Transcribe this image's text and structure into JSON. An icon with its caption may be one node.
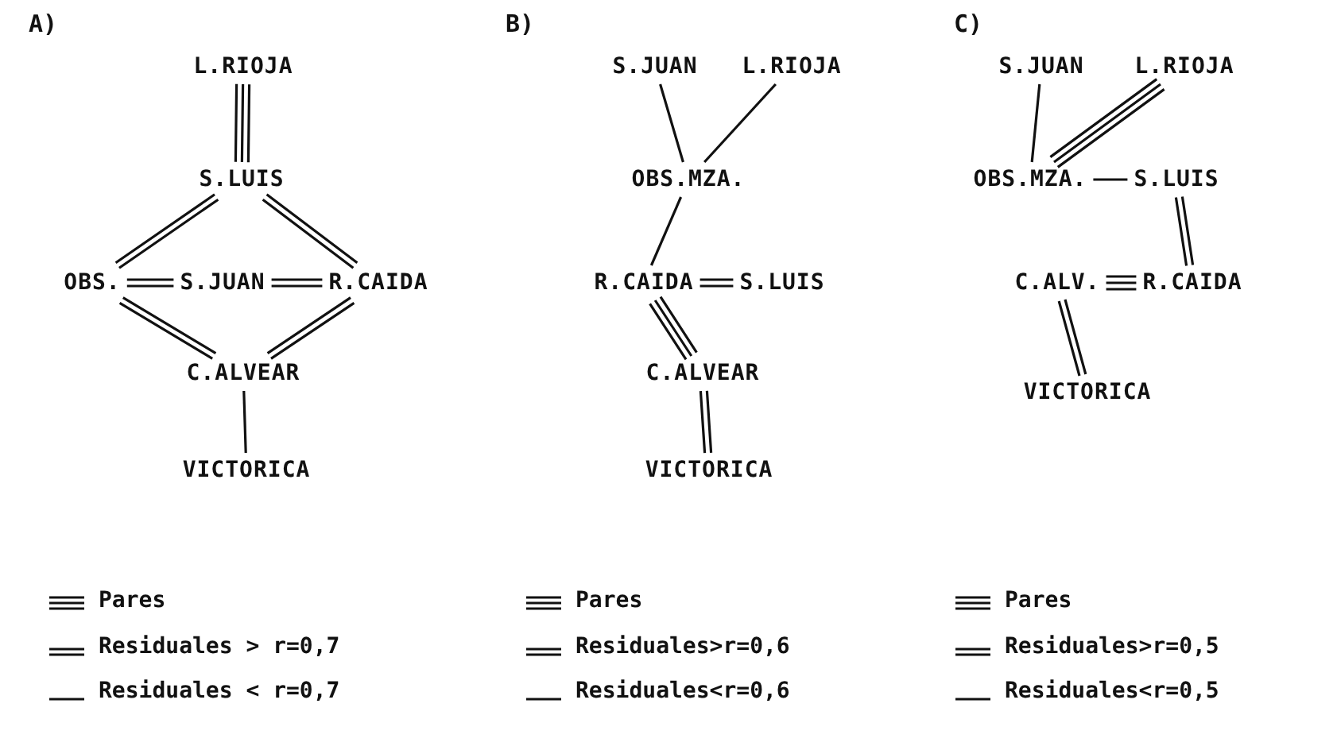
{
  "diagram": {
    "nodes": [
      {
        "text": [
          "L.RIOJA"
        ]
      },
      {
        "text": [
          "S.LUIS"
        ]
      },
      {
        "text": [
          "OBS."
        ]
      },
      {
        "text": [
          "S.JUAN"
        ]
      },
      {
        "text": [
          "R.CAIDA"
        ]
      },
      {
        "text": [
          "C.ALVEAR"
        ]
      },
      {
        "text": [
          "VICTORICA"
        ]
      },
      {
        "text": [
          "S.JUAN"
        ]
      },
      {
        "text": [
          "L.RIOJA"
        ]
      },
      {
        "text": [
          "OBS.MZA."
        ]
      },
      {
        "text": [
          "R.CAIDA"
        ]
      },
      {
        "text": [
          "S.LUIS"
        ]
      },
      {
        "text": [
          "C.ALVEAR"
        ]
      },
      {
        "text": [
          "VICTORICA"
        ]
      },
      {
        "text": [
          "S.JUAN"
        ]
      },
      {
        "text": [
          "L.RIOJA"
        ]
      },
      {
        "text": [
          "OBS.MZA."
        ]
      },
      {
        "text": [
          "S.LUIS"
        ]
      },
      {
        "text": [
          "C.ALV."
        ]
      },
      {
        "text": [
          "R.CAIDA"
        ]
      },
      {
        "text": [
          "VICTORICA"
        ]
      }
    ],
    "edges": [
      {
        "from": 0,
        "to": 1,
        "arrow": "none"
      },
      {
        "from": 1,
        "to": 2,
        "arrow": "none"
      },
      {
        "from": 1,
        "to": 4,
        "arrow": "none"
      },
      {
        "from": 2,
        "to": 3,
        "arrow": "none"
      },
      {
        "from": 3,
        "to": 4,
        "arrow": "none"
      },
      {
        "from": 2,
        "to": 5,
        "arrow": "none"
      },
      {
        "from": 4,
        "to": 5,
        "arrow": "none"
      },
      {
        "from": 5,
        "to": 6,
        "arrow": "none"
      },
      {
        "from": 7,
        "to": 9,
        "arrow": "none"
      },
      {
        "from": 8,
        "to": 9,
        "arrow": "none"
      },
      {
        "from": 9,
        "to": 10,
        "arrow": "none"
      },
      {
        "from": 10,
        "to": 11,
        "arrow": "none"
      },
      {
        "from": 10,
        "to": 12,
        "arrow": "none"
      },
      {
        "from": 12,
        "to": 13,
        "arrow": "none"
      },
      {
        "from": 14,
        "to": 16,
        "arrow": "none"
      },
      {
        "from": 15,
        "to": 16,
        "arrow": "none"
      },
      {
        "from": 16,
        "to": 17,
        "arrow": "none"
      },
      {
        "from": 17,
        "to": 19,
        "arrow": "none"
      },
      {
        "from": 18,
        "to": 19,
        "arrow": "none"
      },
      {
        "from": 18,
        "to": 20,
        "arrow": "none"
      }
    ],
    "labels": [
      "A)",
      "B)",
      "C)"
    ],
    "legend": [
      {
        "text": "Pares"
      },
      {
        "text": "Residuales > r=0,7"
      },
      {
        "text": "Residuales < r=0,7"
      },
      {
        "text": "Pares"
      },
      {
        "text": "Residuales>r=0,6"
      },
      {
        "text": "Residuales<r=0,6"
      },
      {
        "text": "Pares"
      },
      {
        "text": "Residuales>r=0,5"
      },
      {
        "text": "Residuales<r=0,5"
      }
    ]
  }
}
